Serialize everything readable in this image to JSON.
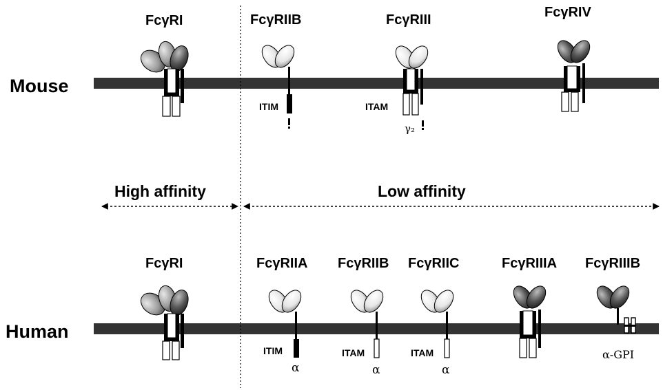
{
  "species": {
    "mouse": "Mouse",
    "human": "Human"
  },
  "affinity": {
    "high": "High affinity",
    "low": "Low affinity"
  },
  "mouse_receptors": [
    {
      "name": "FcγRI"
    },
    {
      "name": "FcγRIIB",
      "motif": "ITIM"
    },
    {
      "name": "FcγRIII",
      "motif": "ITAM",
      "chain_symbols": "γ₂"
    },
    {
      "name": "FcγRIV"
    }
  ],
  "human_receptors": [
    {
      "name": "FcγRI"
    },
    {
      "name": "FcγRIIA",
      "motif": "ITIM",
      "chain": "α"
    },
    {
      "name": "FcγRIIB",
      "motif": "ITAM",
      "chain": "α"
    },
    {
      "name": "FcγRIIC",
      "motif": "ITAM",
      "chain": "α"
    },
    {
      "name": "FcγRIIIA"
    },
    {
      "name": "FcγRIIIB",
      "chain": "α-GPI"
    }
  ],
  "colors": {
    "membrane": "#333333",
    "ink": "#000000",
    "tail_light": "#ffffff"
  }
}
